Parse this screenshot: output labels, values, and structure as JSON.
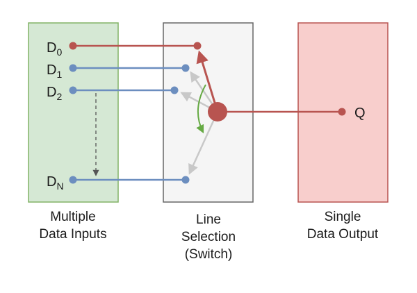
{
  "inputs": {
    "labels": [
      {
        "letter": "D",
        "sub": "0"
      },
      {
        "letter": "D",
        "sub": "1"
      },
      {
        "letter": "D",
        "sub": "2"
      },
      {
        "letter": "D",
        "sub": "N"
      }
    ],
    "caption_line1": "Multiple",
    "caption_line2": "Data Inputs"
  },
  "switch": {
    "caption_line1": "Line",
    "caption_line2": "Selection",
    "caption_line3": "(Switch)"
  },
  "output": {
    "label": "Q",
    "caption_line1": "Single",
    "caption_line2": "Data Output"
  },
  "colors": {
    "input_fill": "#d5e8d4",
    "input_stroke": "#82b366",
    "switch_fill": "#f5f5f5",
    "switch_stroke": "#666666",
    "output_fill": "#f8cecc",
    "output_stroke": "#b85450",
    "selected_line": "#b85450",
    "unselected_line": "#6c8ebf",
    "ghost_arrow": "#c8c8c8",
    "rotation_arrow": "#66aa44"
  }
}
